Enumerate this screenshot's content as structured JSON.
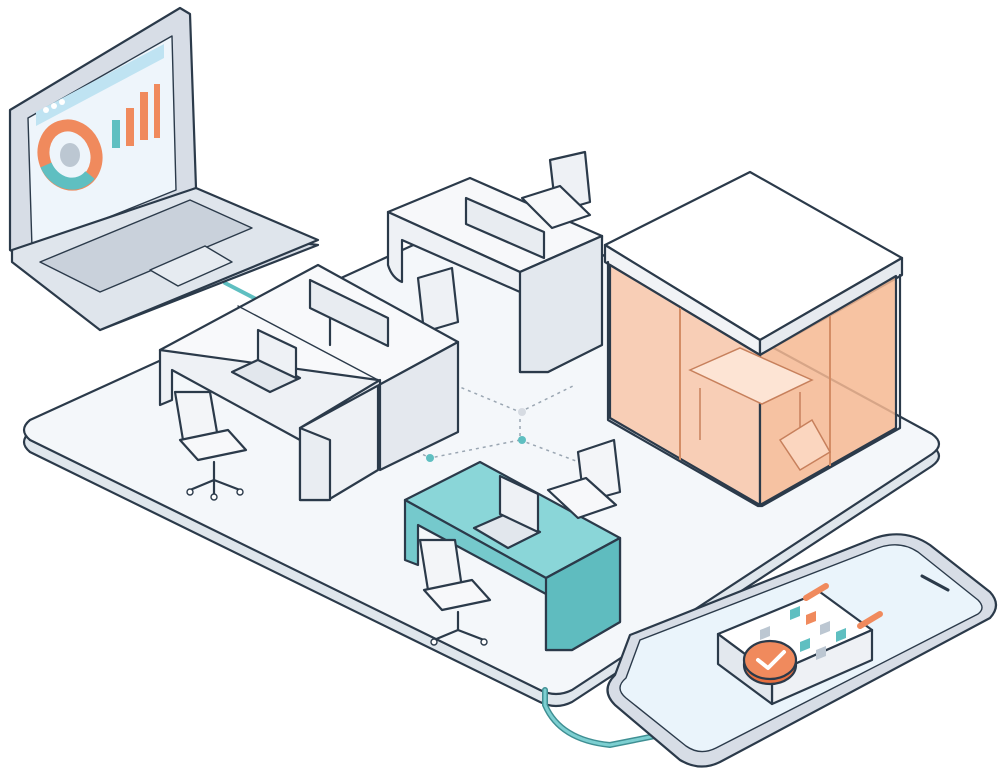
{
  "scene": {
    "subject": "isometric-smart-office",
    "text_present": false
  },
  "colors": {
    "outline": "#2b3a4a",
    "floor": "#f3f6f9",
    "floor_edge": "#dde4ea",
    "desk_white": "#f7f8fa",
    "desk_shade": "#e4e8ee",
    "accent_teal": "#7ccfd1",
    "accent_teal_dark": "#4fb3b6",
    "accent_orange": "#f08a5d",
    "glass_orange": "#f8c7a9",
    "screen_blue": "#e8f3fb",
    "device_frame": "#d7dde6"
  },
  "icons": {
    "laptop": "laptop-icon",
    "dashboard": "dashboard-icon",
    "donut_chart": "donut-chart-icon",
    "bar_chart": "bar-chart-icon",
    "phone": "smartphone-icon",
    "calendar": "calendar-icon",
    "checkmark": "checkmark-icon",
    "meeting_pod": "meeting-room-icon",
    "desk": "desk-icon",
    "office_chair": "office-chair-icon",
    "monitor": "monitor-icon"
  },
  "dashboard": {
    "donut": {
      "segments": [
        0.55,
        0.3,
        0.15
      ]
    },
    "bars": [
      0.45,
      0.7,
      0.95
    ]
  },
  "desks": [
    {
      "id": "back",
      "status": "available"
    },
    {
      "id": "left-pair",
      "status": "available"
    },
    {
      "id": "front",
      "status": "booked"
    }
  ]
}
